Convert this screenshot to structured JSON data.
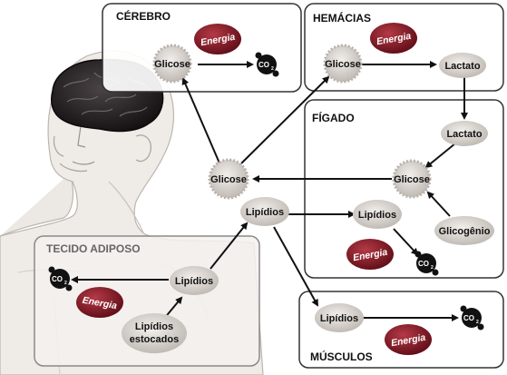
{
  "sections": {
    "cerebro": "CÉREBRO",
    "hemacias": "HEMÁCIAS",
    "figado": "FÍGADO",
    "tecido_adiposo": "TECIDO ADIPOSO",
    "musculos": "MÚSCULOS"
  },
  "nodes": {
    "cerebro_glicose": "Glicose",
    "hemacias_glicose": "Glicose",
    "hemacias_lactato": "Lactato",
    "figado_lactato": "Lactato",
    "figado_glicose": "Glicose",
    "figado_glicogenio": "Glicogênio",
    "figado_lipidios": "Lipídios",
    "sangue_glicose": "Glicose",
    "sangue_lipidios": "Lipídios",
    "adiposo_lipidios": "Lipídios",
    "adiposo_estocados_1": "Lipídios",
    "adiposo_estocados_2": "estocados",
    "musculos_lipidios": "Lipídios"
  },
  "energia": "Energia",
  "co2": {
    "main": "CO",
    "sub": "2"
  },
  "colors": {
    "energia_fill": "#7a1420",
    "glucose_fill": "#d9d4cf",
    "co2_fill": "#111111",
    "box_stroke": "#333333",
    "adiposo_stroke": "#8a8a8a"
  }
}
